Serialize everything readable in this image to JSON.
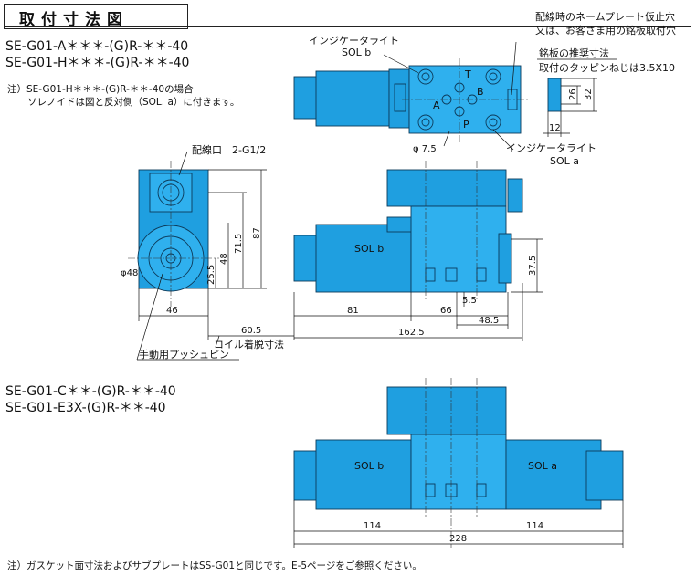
{
  "title": "取付寸法図",
  "models_top": [
    "SE-G01-A＊＊＊-(G)R-＊＊-40",
    "SE-G01-H＊＊＊-(G)R-＊＊-40"
  ],
  "note_top": [
    "注）SE-G01-H＊＊＊-(G)R-＊＊-40の場合",
    "ソレノイドは図と反対側（SOL. a）に付きます。"
  ],
  "models_bottom": [
    "SE-G01-C＊＊-(G)R-＊＊-40",
    "SE-G01-E3X-(G)R-＊＊-40"
  ],
  "note_bottom": "注）ガスケット面寸法およびサブプレートはSS-G01と同じです。E-5ページをご参照ください。",
  "labels": {
    "indicator": "インジケータライト",
    "sol_b": "SOL b",
    "sol_a": "SOL a",
    "nameplate_1": "配線時のネームプレート仮止穴",
    "nameplate_2": "又は、お客さま用の銘板取付穴",
    "nameplate_3": "銘板の推奨寸法",
    "nameplate_4": "取付のタッピンねじは3.5X10",
    "wiring_port": "配線口　2-G1/2",
    "coil_removal": "コイル着脱寸法",
    "manual_pin": "手動用プッシュピン",
    "port_t": "T",
    "port_a": "A",
    "port_b": "B",
    "port_p": "P"
  },
  "dims": {
    "d26": "26",
    "d32": "32",
    "d12": "12",
    "d7_5": "φ 7.5",
    "d87": "87",
    "d71_5": "71.5",
    "d48": "48",
    "d25_5": "25.5",
    "phi48": "φ48",
    "d46": "46",
    "d60_5": "60.5",
    "d81": "81",
    "d66": "66",
    "d5_5": "5.5",
    "d48_5": "48.5",
    "d162_5": "162.5",
    "d37_5": "37.5",
    "d114a": "114",
    "d114b": "114",
    "d228": "228"
  }
}
